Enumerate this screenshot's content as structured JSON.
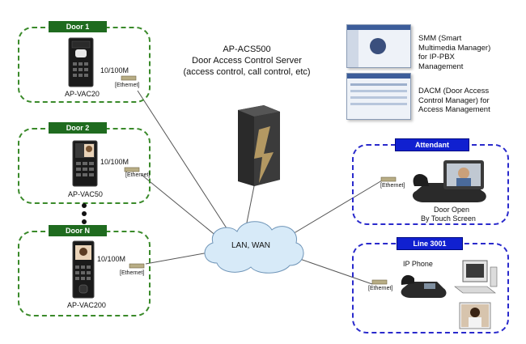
{
  "server": {
    "model": "AP-ACS500",
    "title": "Door Access Control Server",
    "subtitle": "(access control, call control, etc)"
  },
  "cloud_label": "LAN, WAN",
  "doors": [
    {
      "tag": "Door 1",
      "device": "AP-VAC20",
      "speed": "10/100M",
      "port": "[Ethernet]"
    },
    {
      "tag": "Door 2",
      "device": "AP-VAC50",
      "speed": "10/100M",
      "port": "[Ethernet]"
    },
    {
      "tag": "Door N",
      "device": "AP-VAC200",
      "speed": "10/100M",
      "port": "[Ethernet]"
    }
  ],
  "attendant": {
    "tag": "Attendant",
    "port": "[Ethernet]",
    "caption_line1": "Door Open",
    "caption_line2": "By Touch Screen"
  },
  "line": {
    "tag": "Line 3001",
    "port": "[Ethernet]",
    "device": "IP Phone"
  },
  "apps": [
    {
      "lines": [
        "SMM (Smart",
        "Multimedia Manager)",
        "for IP-PBX",
        "Management"
      ]
    },
    {
      "lines": [
        "DACM (Door Access",
        "Control Manager) for",
        "Access Management"
      ]
    }
  ],
  "colors": {
    "door_border": "#3a8a2a",
    "door_tag": "#1f6b1f",
    "blue_border": "#2a2acc",
    "blue_tag": "#1020d0",
    "cloud": "#d7eaf8"
  }
}
